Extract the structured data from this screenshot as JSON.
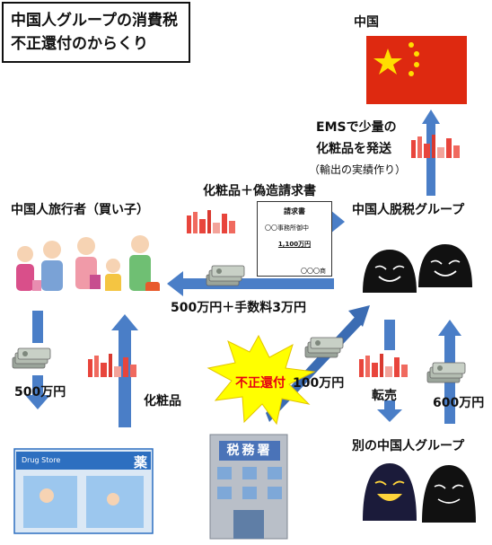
{
  "title": {
    "line1": "中国人グループの消費税",
    "line2": "不正還付のからくり"
  },
  "labels": {
    "china": "中国",
    "ems_line1": "EMSで少量の",
    "ems_line2": "化粧品を発送",
    "ems_note": "（輸出の実績作り）",
    "travelers": "中国人旅行者（買い子）",
    "tax_evasion_group": "中国人脱税グループ",
    "cosmetics_fake_invoice": "化粧品＋偽造請求書",
    "payment_fee": "500万円＋手数料3万円",
    "five_million": "500万円",
    "cosmetics": "化粧品",
    "fraud_refund": "不正還付",
    "one_million": "100万円",
    "resale": "転売",
    "six_million": "600万円",
    "other_group": "別の中国人グループ"
  },
  "invoice": {
    "title": "請求書",
    "recipient": "〇〇事務所御中",
    "amount": "1,100万円",
    "seller": "〇〇〇商"
  },
  "tax_office": {
    "sign": "税務署"
  },
  "drugstore": {
    "name": "Drug Store",
    "kanji": "薬"
  },
  "colors": {
    "arrow": "#4a7ec7",
    "arrow_dark": "#3b6cb3",
    "flag_red": "#de2910",
    "flag_star": "#ffde00",
    "burst_fill": "#ffff00",
    "burst_text": "#e60012",
    "cosmetic_red": "#e8453c",
    "money_gray": "#9aa49a",
    "figure_dark": "#111111"
  }
}
